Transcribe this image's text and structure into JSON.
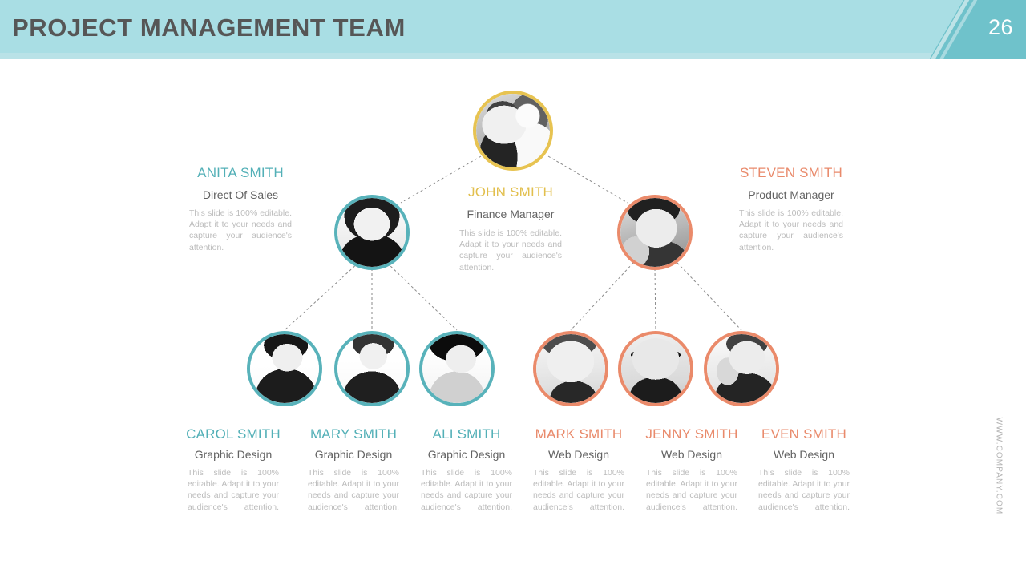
{
  "header": {
    "title": "PROJECT MANAGEMENT TEAM",
    "page_number": "26",
    "band_color": "#a9dee4",
    "corner_color": "#6fc2cb",
    "title_color": "#565656"
  },
  "footer": {
    "url": "WWW.COMPANY.COM"
  },
  "colors": {
    "teal": "#58b2ba",
    "coral": "#ea8a6a",
    "gold": "#e7c351",
    "role_gray": "#636363",
    "desc_gray": "#bcbcbc",
    "connector": "#8a8a8a"
  },
  "org": {
    "root": {
      "id": "john-smith",
      "name": "JOHN SMITH",
      "role": "Finance  Manager",
      "desc": "This slide is 100% editable. Adapt it to your needs and capture your audience's attention.",
      "accent": "#e7c351",
      "name_color": "#e2bf4d"
    },
    "managers": [
      {
        "id": "anita-smith",
        "name": "ANITA SMITH",
        "role": "Direct Of Sales",
        "desc": "This slide is 100% editable. Adapt it to your needs and capture your audience's attention.",
        "accent": "#58b2ba",
        "name_color": "#53b0b7"
      },
      {
        "id": "steven-smith",
        "name": "STEVEN SMITH",
        "role": "Product Manager",
        "desc": "This slide is 100% editable. Adapt it to your needs and capture your audience's attention.",
        "accent": "#ea8a6a",
        "name_color": "#e98a6b"
      }
    ],
    "members": [
      {
        "id": "carol-smith",
        "name": "CAROL SMITH",
        "role": "Graphic Design",
        "desc": "This slide is 100% editable. Adapt it to your needs and capture your audience's attention.",
        "accent": "#58b2ba",
        "name_color": "#53b0b7"
      },
      {
        "id": "mary-smith",
        "name": "MARY SMITH",
        "role": "Graphic Design",
        "desc": "This slide is 100% editable. Adapt it to your needs and capture your audience's attention.",
        "accent": "#58b2ba",
        "name_color": "#53b0b7"
      },
      {
        "id": "ali-smith",
        "name": "ALI SMITH",
        "role": "Graphic Design",
        "desc": "This slide is 100% editable. Adapt it to your needs and capture your audience's attention.",
        "accent": "#58b2ba",
        "name_color": "#53b0b7"
      },
      {
        "id": "mark-smith",
        "name": "MARK SMITH",
        "role": "Web Design",
        "desc": "This slide is 100% editable. Adapt it to your needs and capture your audience's attention.",
        "accent": "#ea8a6a",
        "name_color": "#e98a6b"
      },
      {
        "id": "jenny-smith",
        "name": "JENNY SMITH",
        "role": "Web Design",
        "desc": "This slide is 100% editable. Adapt it to your needs and capture your audience's attention.",
        "accent": "#ea8a6a",
        "name_color": "#e98a6b"
      },
      {
        "id": "even-smith",
        "name": "EVEN SMITH",
        "role": "Web Design",
        "desc": "This slide is 100% editable. Adapt it to your needs and capture your audience's attention.",
        "accent": "#ea8a6a",
        "name_color": "#e98a6b"
      }
    ]
  }
}
